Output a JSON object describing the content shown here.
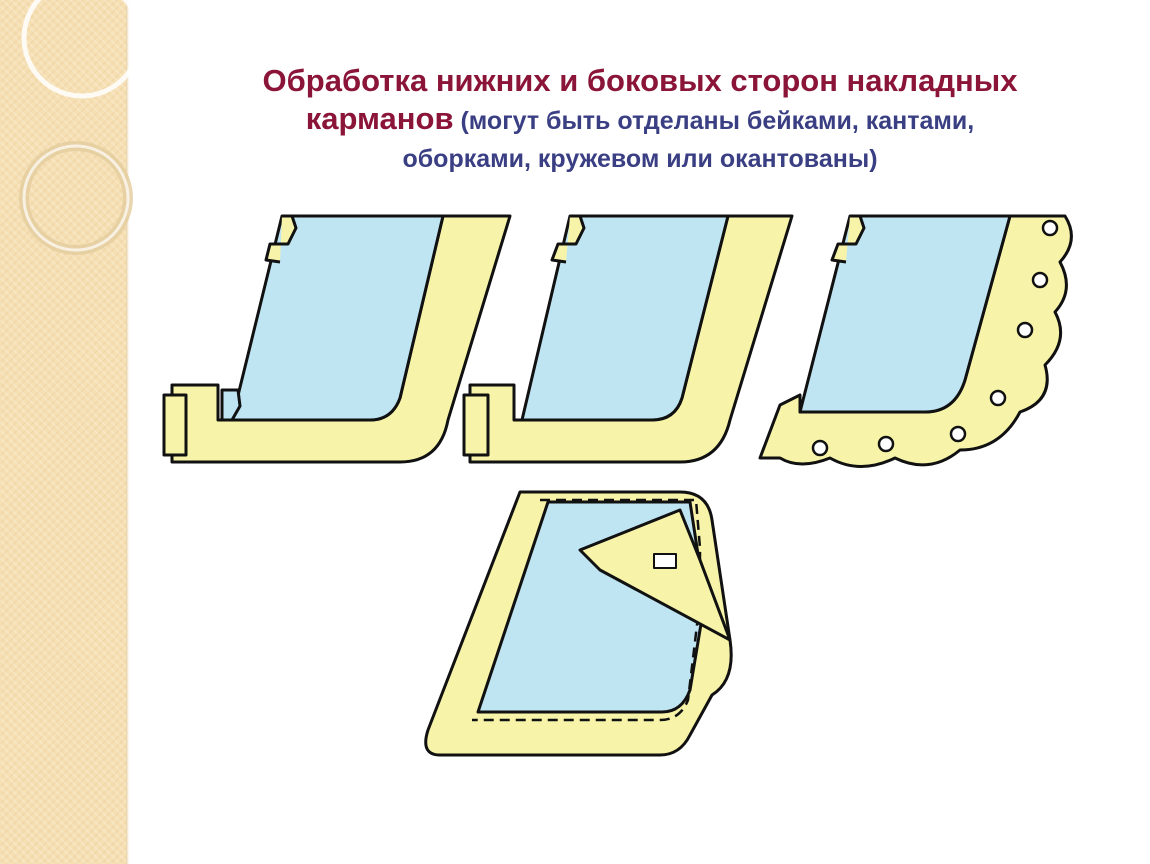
{
  "title": {
    "line1": "Обработка нижних и боковых сторон накладных",
    "line2_main": "карманов",
    "line2_sub": " (могут быть отделаны бейками, кантами,",
    "line3": "оборками, кружевом или окантованы)"
  },
  "colors": {
    "pocket_fill": "#bfe5f3",
    "trim_fill": "#f7f4a9",
    "outline": "#111111",
    "title_red": "#8b1538",
    "title_blue": "#3a3f84",
    "side_strip": "#f6dfb3"
  },
  "figures": [
    {
      "id": "fig-bias-binding",
      "kind": "pocket-with-binding"
    },
    {
      "id": "fig-piping",
      "kind": "pocket-with-piping"
    },
    {
      "id": "fig-lace-ruffle",
      "kind": "pocket-with-lace"
    },
    {
      "id": "fig-edging",
      "kind": "pocket-with-edging-folded"
    }
  ]
}
